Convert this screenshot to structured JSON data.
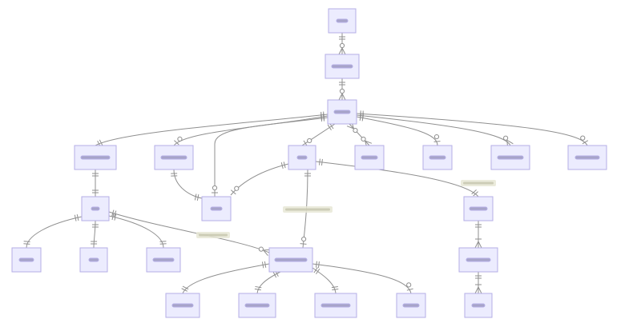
{
  "diagram": {
    "type": "entity-relationship",
    "entities": [
      {
        "id": "e1"
      },
      {
        "id": "e2"
      },
      {
        "id": "e3"
      },
      {
        "id": "e4"
      },
      {
        "id": "e5"
      },
      {
        "id": "e6"
      },
      {
        "id": "e7"
      },
      {
        "id": "e8"
      },
      {
        "id": "e9"
      },
      {
        "id": "e10"
      },
      {
        "id": "e11"
      },
      {
        "id": "e12"
      },
      {
        "id": "e13"
      },
      {
        "id": "e14"
      },
      {
        "id": "e15"
      },
      {
        "id": "e16"
      },
      {
        "id": "e17"
      },
      {
        "id": "e18"
      },
      {
        "id": "e19"
      },
      {
        "id": "e20"
      },
      {
        "id": "e21"
      },
      {
        "id": "e22"
      },
      {
        "id": "e23"
      }
    ],
    "relationships": [
      {
        "from": "e1",
        "to": "e2",
        "from_card": "one",
        "to_card": "zero-or-many"
      },
      {
        "from": "e2",
        "to": "e3",
        "from_card": "one",
        "to_card": "zero-or-many"
      },
      {
        "from": "e3",
        "to": "e4",
        "from_card": "one",
        "to_card": "one"
      },
      {
        "from": "e3",
        "to": "e5",
        "from_card": "one",
        "to_card": "zero-or-one"
      },
      {
        "from": "e3",
        "to": "e12",
        "from_card": "one",
        "to_card": "zero-or-one"
      },
      {
        "from": "e3",
        "to": "e6",
        "from_card": "one",
        "to_card": "zero-or-one"
      },
      {
        "from": "e3",
        "to": "e7",
        "from_card": "zero-or-many",
        "to_card": "zero-or-many"
      },
      {
        "from": "e3",
        "to": "e8",
        "from_card": "one",
        "to_card": "zero-or-one"
      },
      {
        "from": "e3",
        "to": "e9",
        "from_card": "one",
        "to_card": "zero-or-many"
      },
      {
        "from": "e3",
        "to": "e10",
        "from_card": "one",
        "to_card": "zero-or-one"
      },
      {
        "from": "e4",
        "to": "e11",
        "from_card": "one",
        "to_card": "one"
      },
      {
        "from": "e5",
        "to": "e12",
        "from_card": "one",
        "to_card": "one"
      },
      {
        "from": "e6",
        "to": "e12",
        "from_card": "one",
        "to_card": "zero-or-one"
      },
      {
        "from": "e6",
        "to": "e17",
        "from_card": "one",
        "to_card": "zero-or-one"
      },
      {
        "from": "e6",
        "to": "e13",
        "from_card": "one",
        "to_card": "one"
      },
      {
        "from": "e11",
        "to": "e14",
        "from_card": "one",
        "to_card": "one"
      },
      {
        "from": "e11",
        "to": "e15",
        "from_card": "one",
        "to_card": "one"
      },
      {
        "from": "e11",
        "to": "e16",
        "from_card": "one",
        "to_card": "one"
      },
      {
        "from": "e11",
        "to": "e17",
        "from_card": "one",
        "to_card": "zero-or-many"
      },
      {
        "from": "e13",
        "to": "e18",
        "from_card": "one",
        "to_card": "one-or-many"
      },
      {
        "from": "e18",
        "to": "e23",
        "from_card": "one",
        "to_card": "one-or-many"
      },
      {
        "from": "e17",
        "to": "e19",
        "from_card": "one",
        "to_card": "one"
      },
      {
        "from": "e17",
        "to": "e20",
        "from_card": "one",
        "to_card": "one"
      },
      {
        "from": "e17",
        "to": "e21",
        "from_card": "one",
        "to_card": "one"
      },
      {
        "from": "e17",
        "to": "e22",
        "from_card": "one",
        "to_card": "zero-or-one"
      }
    ]
  }
}
